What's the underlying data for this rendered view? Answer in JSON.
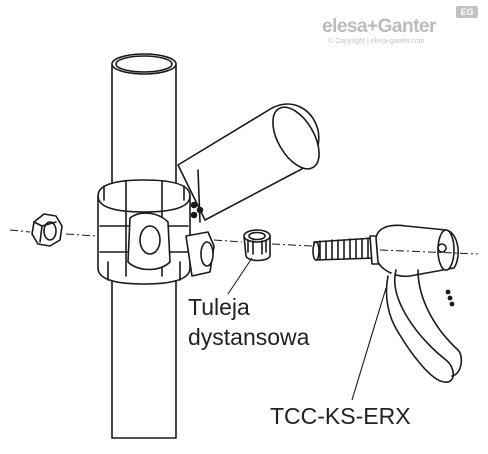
{
  "logo": {
    "brand_elesa": "elesa",
    "brand_plus": "+",
    "brand_ganter": "Ganter",
    "badge": "EG",
    "copyright": "© Copyright | elesa-ganter.com"
  },
  "callouts": {
    "spacer_line1": "Tuleja",
    "spacer_line2": "dystansowa",
    "part_code": "TCC-KS-ERX"
  },
  "colors": {
    "line": "#1a1a1a",
    "fill": "#ffffff",
    "logo_gray": "#bcbcbc"
  }
}
